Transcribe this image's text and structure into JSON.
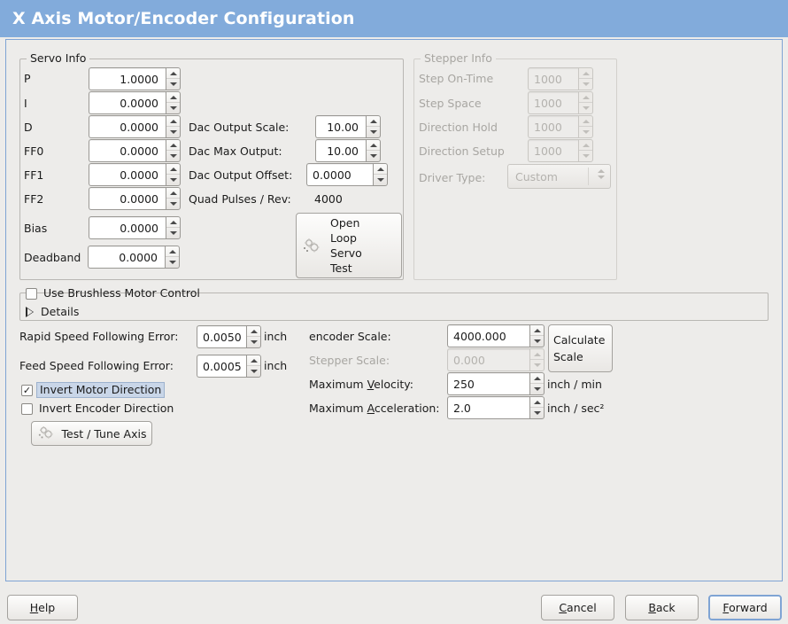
{
  "window": {
    "title": "X Axis Motor/Encoder Configuration",
    "title_bg": "#82abdb",
    "bg": "#edecea"
  },
  "servo_info": {
    "legend": "Servo Info",
    "rows": [
      {
        "label": "P",
        "value": "1.0000"
      },
      {
        "label": "I",
        "value": "0.0000"
      },
      {
        "label": "D",
        "value": "0.0000"
      },
      {
        "label": "FF0",
        "value": "0.0000"
      },
      {
        "label": "FF1",
        "value": "0.0000"
      },
      {
        "label": "FF2",
        "value": "0.0000"
      },
      {
        "label": "Bias",
        "value": "0.0000"
      },
      {
        "label": "Deadband",
        "value": "0.0000"
      }
    ],
    "dac": [
      {
        "label": "Dac Output Scale:",
        "value": "10.00"
      },
      {
        "label": "Dac Max Output:",
        "value": "10.00"
      },
      {
        "label": "Dac Output Offset:",
        "value": "0.0000"
      }
    ],
    "quad_pulses_label": "Quad Pulses / Rev:",
    "quad_pulses_value": "4000",
    "open_loop_button": "Open\nLoop\nServo\nTest",
    "open_loop_lines": [
      "Open",
      "Loop",
      "Servo",
      "Test"
    ],
    "open_loop_icon": "gears-icon"
  },
  "stepper_info": {
    "legend": "Stepper Info",
    "enabled": false,
    "rows": [
      {
        "label": "Step On-Time",
        "value": "1000"
      },
      {
        "label": "Step Space",
        "value": "1000"
      },
      {
        "label": "Direction Hold",
        "value": "1000"
      },
      {
        "label": "Direction Setup",
        "value": "1000"
      }
    ],
    "driver_type_label": "Driver Type:",
    "driver_type_value": "Custom"
  },
  "brushless": {
    "legend": "Use Brushless Motor Control",
    "checked": false,
    "details_label": "Details",
    "details_expanded": false
  },
  "tuning": {
    "rapid_label": "Rapid Speed Following Error:",
    "rapid_value": "0.0050",
    "rapid_units": "inch",
    "feed_label": "Feed Speed Following Error:",
    "feed_value": "0.0005",
    "feed_units": "inch",
    "invert_motor_label": "Invert Motor Direction",
    "invert_motor_checked": true,
    "invert_motor_focused": true,
    "invert_encoder_label": "Invert Encoder Direction",
    "invert_encoder_checked": false,
    "test_tune_label": "Test / Tune Axis",
    "test_tune_icon": "gears-icon"
  },
  "scales": {
    "encoder_label": "encoder Scale:",
    "encoder_value": "4000.000",
    "stepper_label": "Stepper Scale:",
    "stepper_value": "0.000",
    "stepper_enabled": false,
    "calc_line1": "Calculate",
    "calc_line2": "Scale",
    "max_velocity_label_pre": "Maximum ",
    "max_velocity_label_key": "V",
    "max_velocity_label_post": "elocity:",
    "max_velocity_value": "250",
    "max_velocity_units": "inch / min",
    "max_accel_label_pre": "Maximum ",
    "max_accel_label_key": "A",
    "max_accel_label_post": "cceleration:",
    "max_accel_value": "2.0",
    "max_accel_units": "inch / sec²"
  },
  "footer": {
    "help_pre": "H",
    "help_post": "elp",
    "cancel_pre": "C",
    "cancel_post": "ancel",
    "back_pre": "B",
    "back_post": "ack",
    "forward_pre": "F",
    "forward_post": "orward",
    "forward_focused": true
  }
}
